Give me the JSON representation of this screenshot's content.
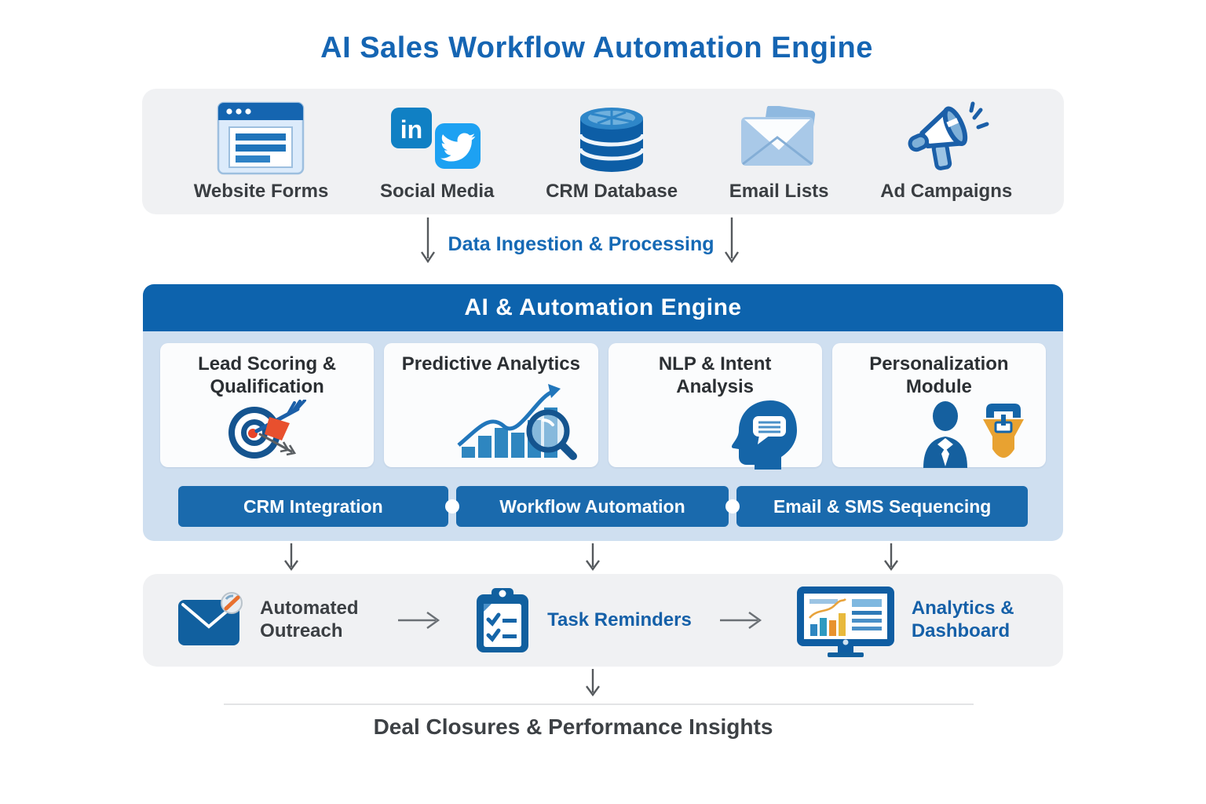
{
  "title": "AI Sales Workflow Automation Engine",
  "colors": {
    "title_blue": "#1565b3",
    "engine_header_blue": "#0d63ad",
    "engine_body_lightblue": "#cfdff0",
    "integration_bar_blue": "#1a6aad",
    "panel_gray": "#f0f1f3",
    "label_dark": "#3a3e42",
    "output_label_blue": "#1560a8",
    "accent_orange": "#e8922e",
    "accent_red": "#e8502e"
  },
  "sources": {
    "items": [
      {
        "label": "Website Forms",
        "icon": "browser-form-icon"
      },
      {
        "label": "Social Media",
        "icon": "linkedin-twitter-icon"
      },
      {
        "label": "CRM Database",
        "icon": "database-icon"
      },
      {
        "label": "Email Lists",
        "icon": "open-envelope-icon"
      },
      {
        "label": "Ad Campaigns",
        "icon": "megaphone-icon"
      }
    ]
  },
  "ingestion": {
    "label": "Data Ingestion & Processing"
  },
  "engine": {
    "title": "AI & Automation Engine",
    "modules": [
      {
        "label": "Lead Scoring & Qualification",
        "icon": "target-dart-icon"
      },
      {
        "label": "Predictive Analytics",
        "icon": "growth-chart-magnifier-icon"
      },
      {
        "label": "NLP & Intent Analysis",
        "icon": "head-speech-icon"
      },
      {
        "label": "Personalization Module",
        "icon": "person-funnel-icon"
      }
    ],
    "integrations": [
      "CRM Integration",
      "Workflow Automation",
      "Email & SMS Sequencing"
    ]
  },
  "outputs": {
    "items": [
      {
        "label": "Automated Outreach",
        "icon": "envelope-badge-icon"
      },
      {
        "label": "Task Reminders",
        "icon": "clipboard-checklist-icon"
      },
      {
        "label": "Analytics & Dashboard",
        "icon": "monitor-dashboard-icon"
      }
    ]
  },
  "footer": {
    "label": "Deal Closures & Performance Insights"
  }
}
